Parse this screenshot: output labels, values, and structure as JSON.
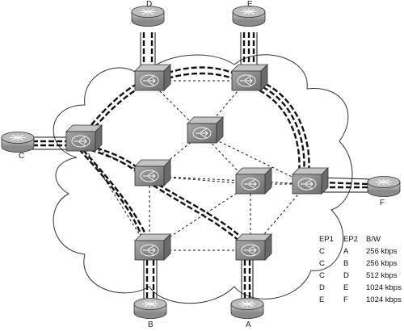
{
  "routers": [
    {
      "id": "D",
      "label": "D"
    },
    {
      "id": "E",
      "label": "E"
    },
    {
      "id": "C",
      "label": "C"
    },
    {
      "id": "F",
      "label": "F"
    },
    {
      "id": "B",
      "label": "B"
    },
    {
      "id": "A",
      "label": "A"
    }
  ],
  "table": {
    "headers": [
      "EP1",
      "EP2",
      "B/W"
    ],
    "rows": [
      [
        "C",
        "A",
        "256 kbps"
      ],
      [
        "C",
        "B",
        "256 kbps"
      ],
      [
        "C",
        "D",
        "512 kbps"
      ],
      [
        "D",
        "E",
        "1024 kbps"
      ],
      [
        "E",
        "F",
        "1024 kbps"
      ]
    ]
  },
  "colors": {
    "switch_face": "#8c8c8c",
    "router_body": "#a6a6a6",
    "line": "#111111"
  }
}
